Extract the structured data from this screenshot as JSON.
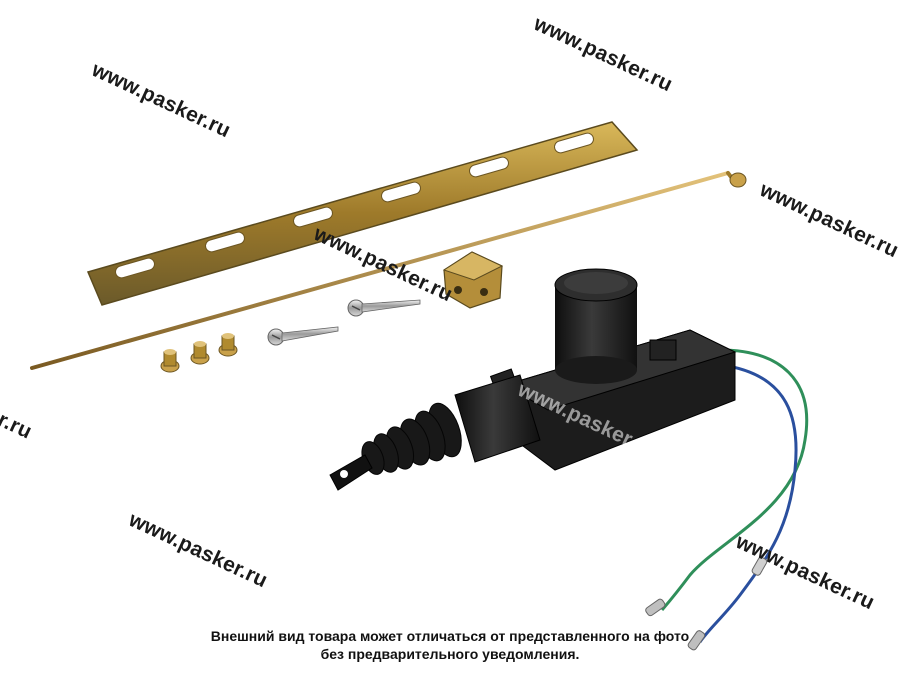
{
  "watermark": {
    "text": "www.pasker.ru",
    "text_cut": "r.ru"
  },
  "disclaimer": {
    "line1": "Внешний вид товара может отличаться от представленного на фото",
    "line2": "без предварительного уведомления."
  },
  "colors": {
    "background": "#ffffff",
    "wire_green": "#2f8f5a",
    "wire_blue": "#2a4f9e",
    "metal_gold": "#b08a2e",
    "actuator_body": "#1c1c1c"
  }
}
